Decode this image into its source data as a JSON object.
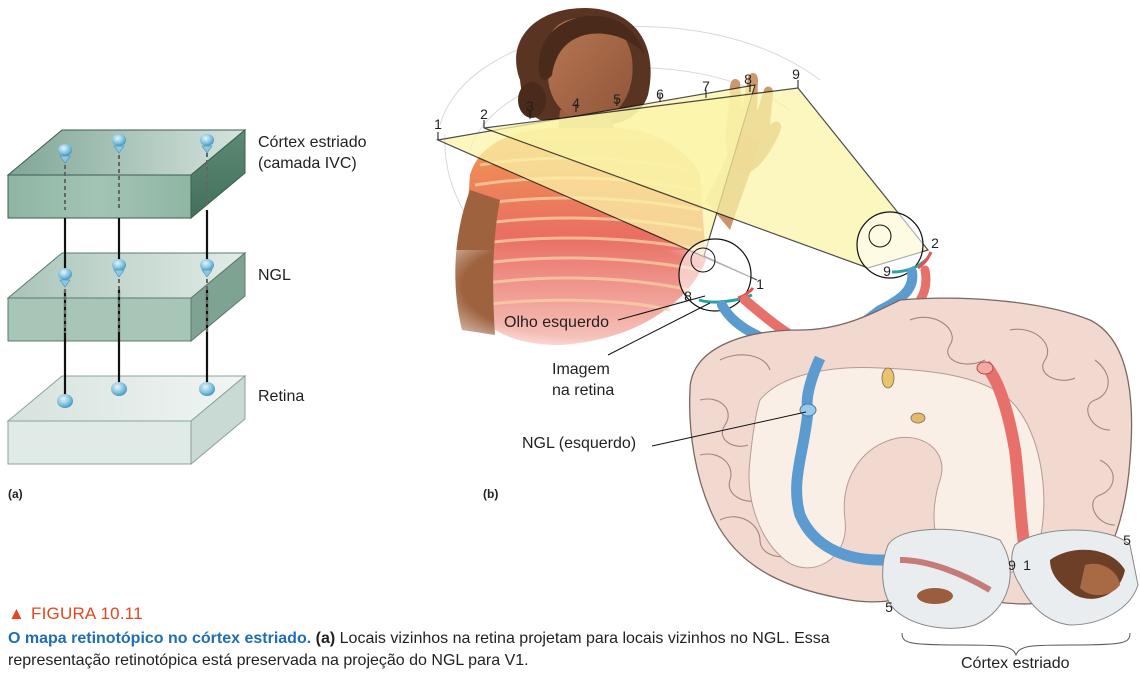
{
  "panel_a": {
    "label": "(a)",
    "layers": [
      {
        "line1": "Córtex estriado",
        "line2": "(camada IVC)"
      },
      {
        "line1": "NGL",
        "line2": ""
      },
      {
        "line1": "Retina",
        "line2": ""
      }
    ]
  },
  "panel_b": {
    "label": "(b)",
    "field_numbers": [
      "1",
      "2",
      "3",
      "4",
      "5",
      "6",
      "7",
      "8",
      "9"
    ],
    "eye_numbers": {
      "right_top": "2",
      "right_bottom": "9",
      "left_right": "1",
      "left_left": "8"
    },
    "occipital_numbers": {
      "left_5": "5",
      "mid_9": "9",
      "mid_1": "1",
      "right_5": "5"
    },
    "labels": {
      "left_eye": "Olho esquerdo",
      "retina_image_line1": "Imagem",
      "retina_image_line2": "na retina",
      "lgn_left": "NGL (esquerdo)",
      "striate_cortex": "Córtex estriado"
    }
  },
  "figure": {
    "marker": "▲",
    "number": "FIGURA 10.11",
    "caption_title": "O mapa retinotópico no córtex estriado.",
    "caption_panel": "(a)",
    "caption_text": "Locais vizinhos na retina projetam para locais vizinhos no NGL. Essa representação retinotópica está preservada na projeção do NGL para V1."
  },
  "colors": {
    "title_red": "#e4471b",
    "caption_blue": "#1f6eb4",
    "slab_top_dark": "#6f9a86",
    "slab_light": "#e7efec",
    "visual_field_yellow": "#fbf5a9",
    "left_pathway_blue": "#5b9bd0",
    "right_pathway_red": "#e8706a",
    "brain_tissue": "#f1d9d0"
  }
}
